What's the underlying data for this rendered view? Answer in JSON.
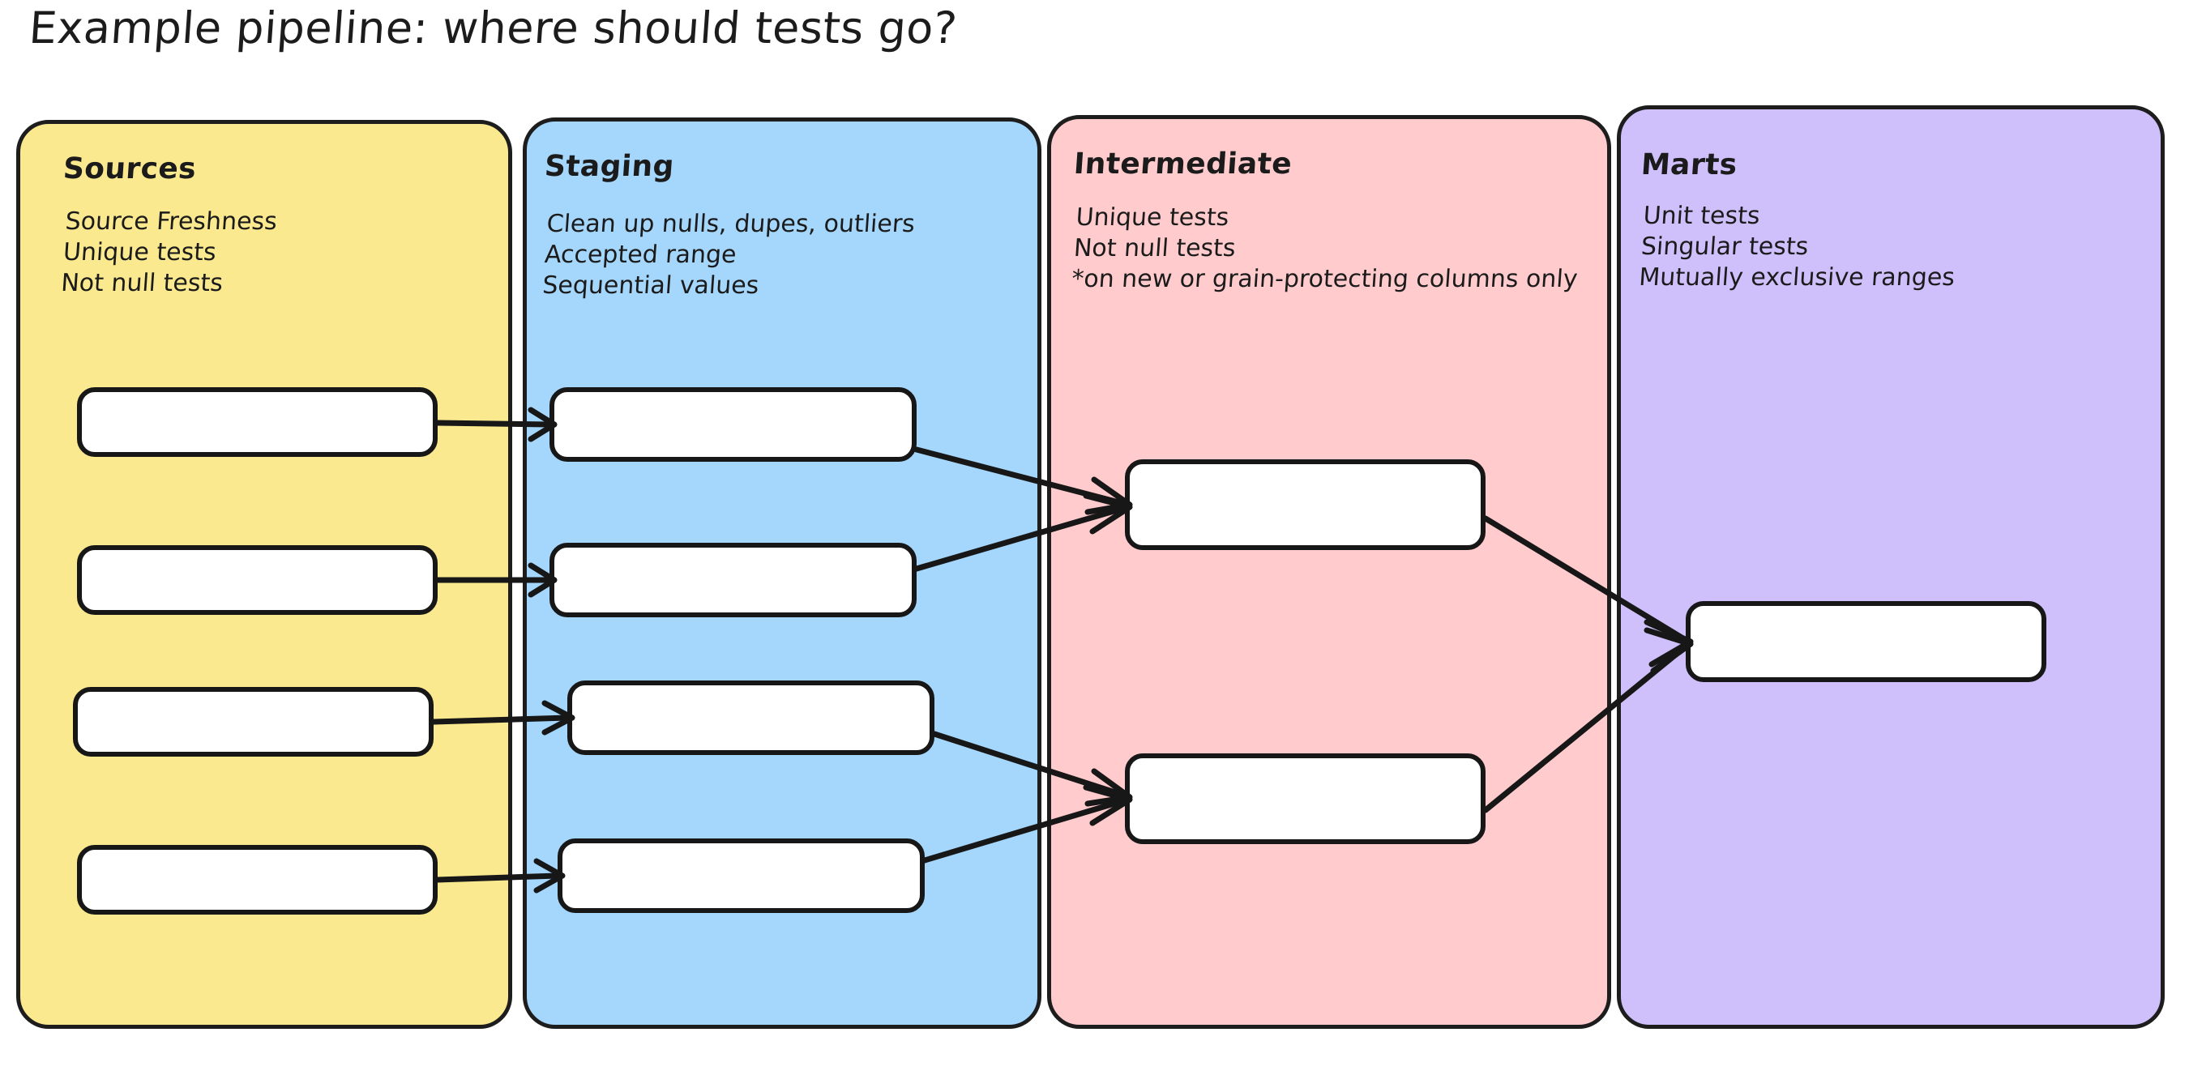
{
  "title": "Example pipeline: where should tests go?",
  "lanes": [
    {
      "id": "sources",
      "name": "Sources",
      "color": "#FBE98F",
      "notes": [
        "Source Freshness",
        "Unique tests",
        "Not null tests"
      ],
      "node_count": 4
    },
    {
      "id": "staging",
      "name": "Staging",
      "color": "#A5D6FB",
      "notes": [
        "Clean up nulls, dupes, outliers",
        "Accepted range",
        "Sequential values"
      ],
      "node_count": 4
    },
    {
      "id": "intermediate",
      "name": "Intermediate",
      "color": "#FFCBCC",
      "notes": [
        "Unique tests",
        "Not null tests",
        "*on new or grain-protecting columns only"
      ],
      "node_count": 2
    },
    {
      "id": "marts",
      "name": "Marts",
      "color": "#CFC0FB",
      "notes": [
        "Unit tests",
        "Singular tests",
        "Mutually exclusive ranges"
      ],
      "node_count": 1
    }
  ],
  "edges": [
    {
      "from": "sources-node-1",
      "to": "staging-node-1"
    },
    {
      "from": "sources-node-2",
      "to": "staging-node-2"
    },
    {
      "from": "sources-node-3",
      "to": "staging-node-3"
    },
    {
      "from": "sources-node-4",
      "to": "staging-node-4"
    },
    {
      "from": "staging-node-1",
      "to": "intermediate-node-1"
    },
    {
      "from": "staging-node-2",
      "to": "intermediate-node-1"
    },
    {
      "from": "staging-node-3",
      "to": "intermediate-node-2"
    },
    {
      "from": "staging-node-4",
      "to": "intermediate-node-2"
    },
    {
      "from": "intermediate-node-1",
      "to": "marts-node-1"
    },
    {
      "from": "intermediate-node-2",
      "to": "marts-node-1"
    }
  ],
  "stroke_color": "#171717",
  "node_fill": "#FFFFFF"
}
